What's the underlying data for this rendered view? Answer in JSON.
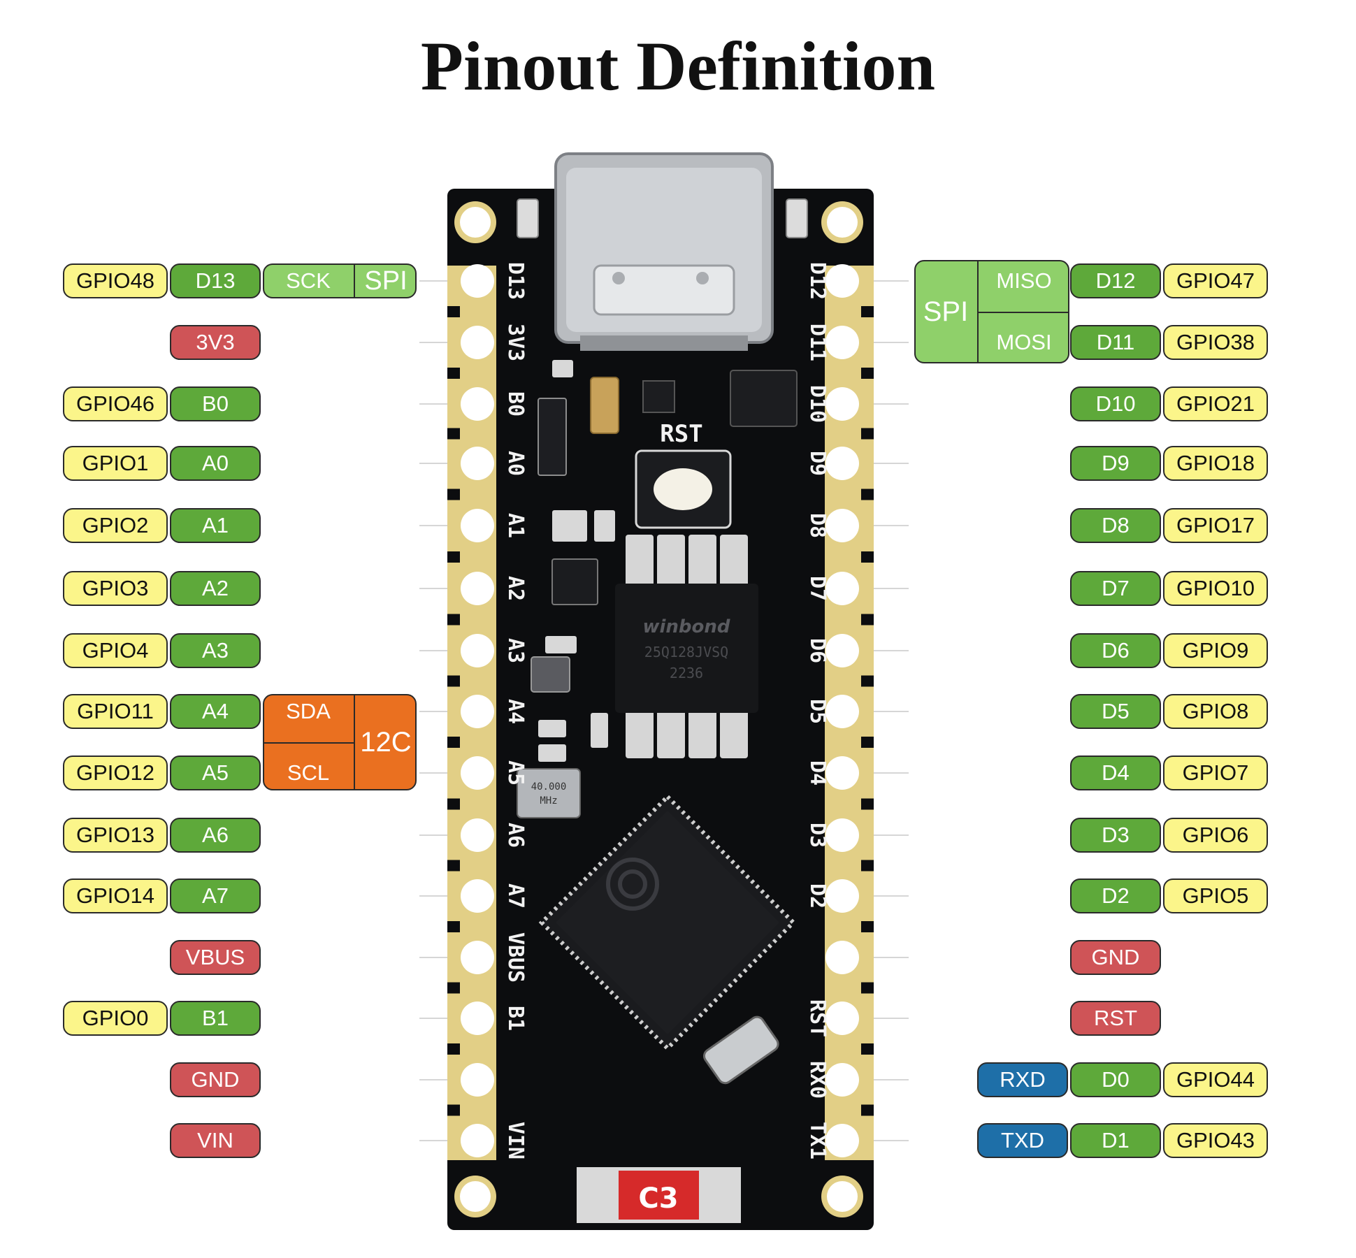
{
  "title": "Pinout Definition",
  "board": {
    "chip_text": "winbond",
    "chip_sub1": "25Q128JVSQ",
    "chip_sub2": "2236",
    "crystal_text": "40.000",
    "crystal_unit": "MHz",
    "reset_label": "RST",
    "brand_label": "C3",
    "left_silk": [
      "D13",
      "3V3",
      "B0",
      "A0",
      "A1",
      "A2",
      "A3",
      "A4",
      "A5",
      "A6",
      "A7",
      "VBUS",
      "B1",
      "",
      "VIN"
    ],
    "right_silk": [
      "D12",
      "D11",
      "D10",
      "D9",
      "D8",
      "D7",
      "D6",
      "D5",
      "D4",
      "D3",
      "D2",
      "",
      "RST",
      "RX0",
      "TX1"
    ]
  },
  "left_pins": [
    {
      "gpio": "GPIO48",
      "pin": "D13",
      "func": "SCK"
    },
    {
      "gpio": "",
      "pin": "3V3",
      "func": ""
    },
    {
      "gpio": "GPIO46",
      "pin": "B0",
      "func": ""
    },
    {
      "gpio": "GPIO1",
      "pin": "A0",
      "func": ""
    },
    {
      "gpio": "GPIO2",
      "pin": "A1",
      "func": ""
    },
    {
      "gpio": "GPIO3",
      "pin": "A2",
      "func": ""
    },
    {
      "gpio": "GPIO4",
      "pin": "A3",
      "func": ""
    },
    {
      "gpio": "GPIO11",
      "pin": "A4",
      "func": "SDA"
    },
    {
      "gpio": "GPIO12",
      "pin": "A5",
      "func": "SCL"
    },
    {
      "gpio": "GPIO13",
      "pin": "A6",
      "func": ""
    },
    {
      "gpio": "GPIO14",
      "pin": "A7",
      "func": ""
    },
    {
      "gpio": "",
      "pin": "VBUS",
      "func": ""
    },
    {
      "gpio": "GPIO0",
      "pin": "B1",
      "func": ""
    },
    {
      "gpio": "",
      "pin": "GND",
      "func": ""
    },
    {
      "gpio": "",
      "pin": "VIN",
      "func": ""
    }
  ],
  "right_pins": [
    {
      "func": "MISO",
      "pin": "D12",
      "gpio": "GPIO47"
    },
    {
      "func": "MOSI",
      "pin": "D11",
      "gpio": "GPIO38"
    },
    {
      "func": "",
      "pin": "D10",
      "gpio": "GPIO21"
    },
    {
      "func": "",
      "pin": "D9",
      "gpio": "GPIO18"
    },
    {
      "func": "",
      "pin": "D8",
      "gpio": "GPIO17"
    },
    {
      "func": "",
      "pin": "D7",
      "gpio": "GPIO10"
    },
    {
      "func": "",
      "pin": "D6",
      "gpio": "GPIO9"
    },
    {
      "func": "",
      "pin": "D5",
      "gpio": "GPIO8"
    },
    {
      "func": "",
      "pin": "D4",
      "gpio": "GPIO7"
    },
    {
      "func": "",
      "pin": "D3",
      "gpio": "GPIO6"
    },
    {
      "func": "",
      "pin": "D2",
      "gpio": "GPIO5"
    },
    {
      "func": "",
      "pin": "GND",
      "gpio": ""
    },
    {
      "func": "",
      "pin": "RST",
      "gpio": ""
    },
    {
      "func": "RXD",
      "pin": "D0",
      "gpio": "GPIO44"
    },
    {
      "func": "TXD",
      "pin": "D1",
      "gpio": "GPIO43"
    }
  ],
  "groups": {
    "spi_left": "SPI",
    "spi_right": "SPI",
    "i2c": "12C"
  },
  "colors": {
    "gpio": "#fbf58a",
    "digital": "#5ea93a",
    "power": "#cf5457",
    "uart": "#1e6fa8",
    "spi": "#8fd06a",
    "i2c": "#ea7020",
    "board": "#0c0d0f",
    "pad": "#e2cf86"
  }
}
